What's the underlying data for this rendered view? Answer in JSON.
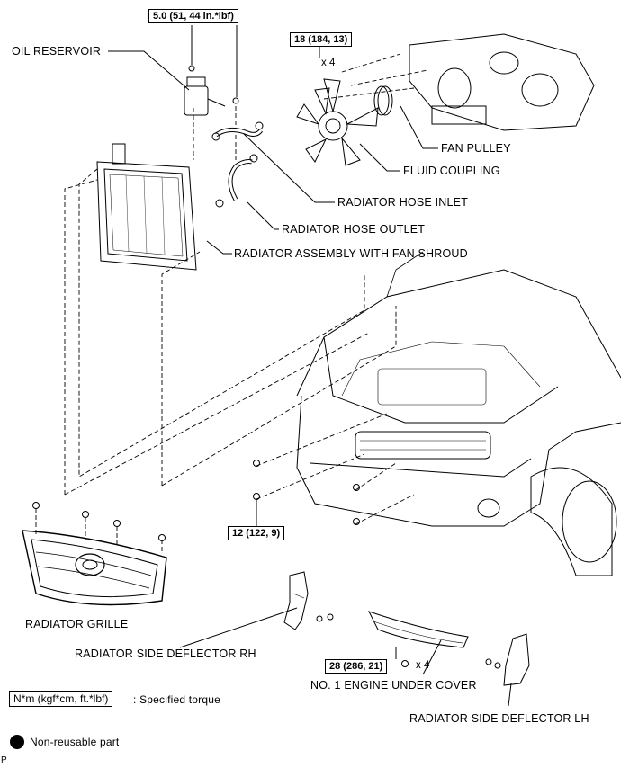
{
  "callouts": {
    "oil_reservoir": "OIL RESERVOIR",
    "fan_pulley": "FAN PULLEY",
    "fluid_coupling": "FLUID COUPLING",
    "radiator_hose_inlet": "RADIATOR HOSE INLET",
    "radiator_hose_outlet": "RADIATOR HOSE OUTLET",
    "radiator_assembly": "RADIATOR ASSEMBLY WITH FAN SHROUD",
    "radiator_grille": "RADIATOR GRILLE",
    "side_deflector_rh": "RADIATOR SIDE DEFLECTOR RH",
    "engine_under_cover": "NO. 1 ENGINE UNDER COVER",
    "side_deflector_lh": "RADIATOR SIDE DEFLECTOR LH"
  },
  "torque_specs": {
    "oil_reservoir_bolt": "5.0 (51, 44 in.*lbf)",
    "fan_nut": "18 (184, 13)",
    "lower_bolt": "12 (122, 9)",
    "under_cover_bolt": "28 (286, 21)"
  },
  "quantities": {
    "fan_nut_qty": "x 4",
    "under_cover_qty": "x 4"
  },
  "legend": {
    "torque_box": "N*m (kgf*cm, ft.*lbf)",
    "torque_text": ": Specified torque",
    "non_reusable": "Non-reusable part"
  },
  "figure_code": "P"
}
